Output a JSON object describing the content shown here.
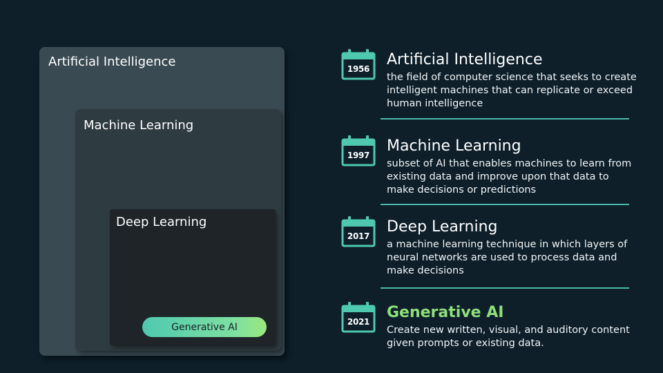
{
  "colors": {
    "background": "#0e1f2a",
    "accent_teal": "#4ec9b0",
    "accent_green": "#8fe07a"
  },
  "diagram": {
    "artificial_intelligence": "Artificial Intelligence",
    "machine_learning": "Machine Learning",
    "deep_learning": "Deep Learning",
    "generative_ai": "Generative AI"
  },
  "timeline": [
    {
      "year": "1956",
      "title": "Artificial Intelligence",
      "description": "the field of computer science that seeks to create intelligent machines that can replicate or exceed human intelligence",
      "icon": "calendar-icon"
    },
    {
      "year": "1997",
      "title": "Machine Learning",
      "description": "subset of AI that enables machines to learn from existing data and improve upon that data to make decisions or predictions",
      "icon": "calendar-icon"
    },
    {
      "year": "2017",
      "title": "Deep Learning",
      "description": "a machine learning technique in which layers of neural networks are used to process data and make decisions",
      "icon": "calendar-icon"
    },
    {
      "year": "2021",
      "title": "Generative AI",
      "description": "Create new written, visual, and auditory content given prompts or existing data.",
      "icon": "calendar-icon"
    }
  ]
}
